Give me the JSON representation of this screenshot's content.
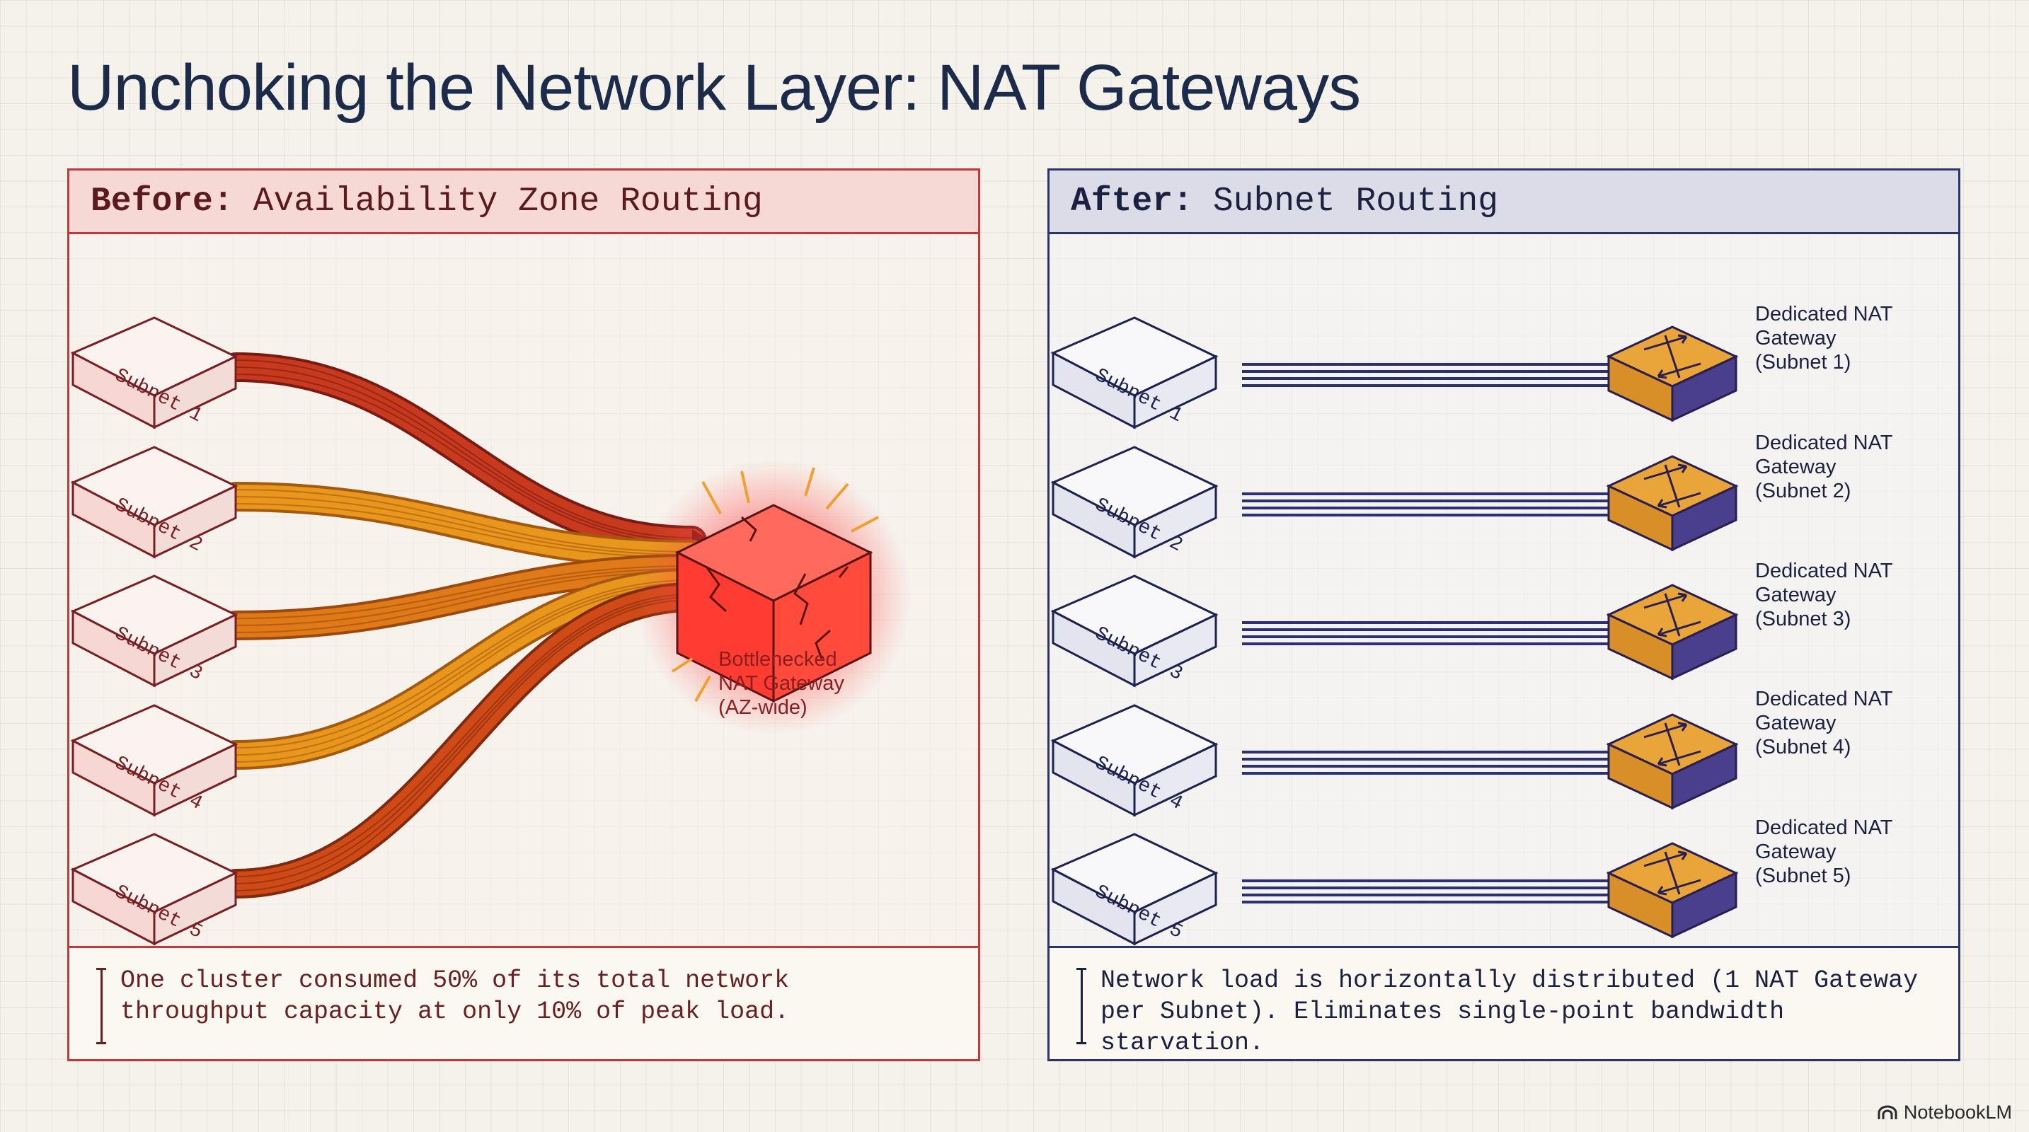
{
  "title": "Unchoking the Network Layer: NAT Gateways",
  "before": {
    "header_bold": "Before:",
    "header_text": "Availability Zone Routing",
    "subnets": [
      "Subnet 1",
      "Subnet 2",
      "Subnet 3",
      "Subnet 4",
      "Subnet 5"
    ],
    "gateway_label": [
      "Bottlenecked",
      "NAT Gateway",
      "(AZ-wide)"
    ],
    "footer": "One cluster consumed 50% of its total network throughput capacity at only 10% of peak load."
  },
  "after": {
    "header_bold": "After:",
    "header_text": "Subnet Routing",
    "subnets": [
      "Subnet 1",
      "Subnet 2",
      "Subnet 3",
      "Subnet 4",
      "Subnet 5"
    ],
    "gateways": [
      [
        "Dedicated NAT",
        "Gateway",
        "(Subnet 1)"
      ],
      [
        "Dedicated NAT",
        "Gateway",
        "(Subnet 2)"
      ],
      [
        "Dedicated NAT",
        "Gateway",
        "(Subnet 3)"
      ],
      [
        "Dedicated NAT",
        "Gateway",
        "(Subnet 4)"
      ],
      [
        "Dedicated NAT",
        "Gateway",
        "(Subnet 5)"
      ]
    ],
    "footer": "Network load is horizontally distributed (1 NAT Gateway per Subnet). Eliminates single-point bandwidth starvation."
  },
  "brand": "NotebookLM",
  "colors": {
    "before_border": "#c0393b",
    "after_border": "#2c356b",
    "gateway_fill": "#e9a53a",
    "gateway_side": "#4a3f8c",
    "bottleneck_glow": "#ff2a2a"
  }
}
